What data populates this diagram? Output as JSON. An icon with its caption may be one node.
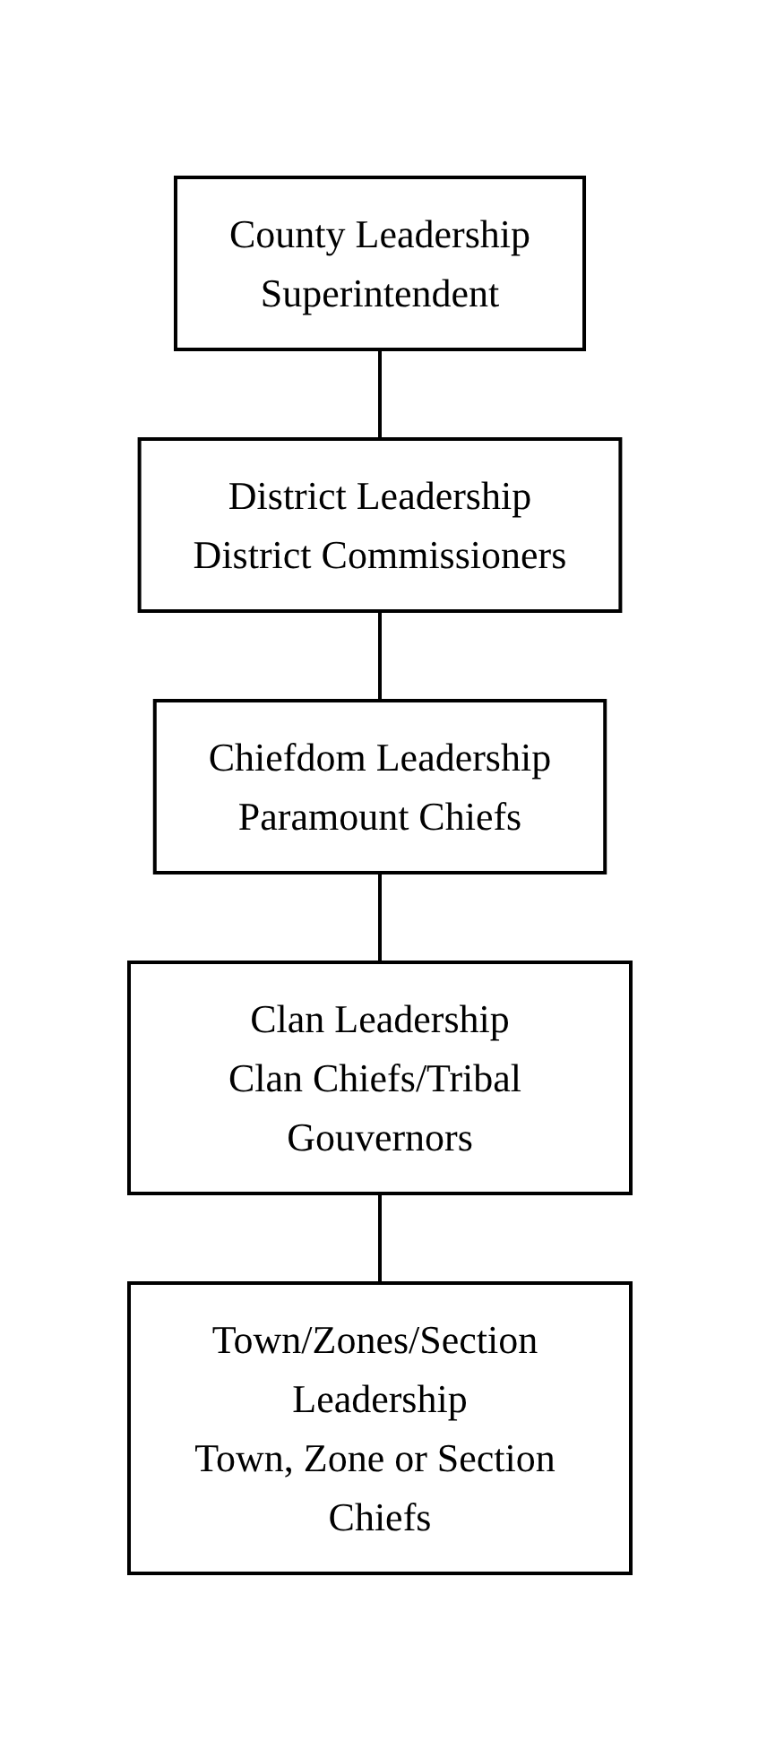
{
  "diagram": {
    "nodes": [
      {
        "text": [
          "County Leadership",
          "Superintendent"
        ]
      },
      {
        "text": [
          "District Leadership",
          "District Commissioners"
        ]
      },
      {
        "text": [
          "Chiefdom Leadership",
          "Paramount Chiefs"
        ]
      },
      {
        "text": [
          "Clan Leadership",
          "Clan Chiefs/Tribal Gouvernors"
        ]
      },
      {
        "text": [
          "Town/Zones/Section Leadership",
          "Town, Zone or Section Chiefs"
        ]
      }
    ],
    "edges": [
      {
        "from": 0,
        "to": 1,
        "arrow": "none"
      },
      {
        "from": 1,
        "to": 2,
        "arrow": "none"
      },
      {
        "from": 2,
        "to": 3,
        "arrow": "none"
      },
      {
        "from": 3,
        "to": 4,
        "arrow": "none"
      }
    ]
  }
}
